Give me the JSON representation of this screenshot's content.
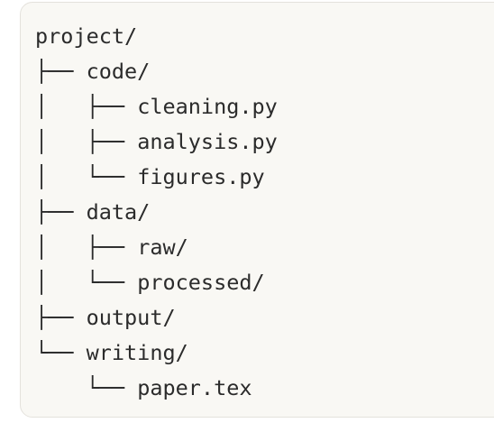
{
  "tree": {
    "lines": [
      {
        "prefix": "",
        "name": "project/"
      },
      {
        "prefix": "├── ",
        "name": "code/"
      },
      {
        "prefix": "│   ├── ",
        "name": "cleaning.py"
      },
      {
        "prefix": "│   ├── ",
        "name": "analysis.py"
      },
      {
        "prefix": "│   └── ",
        "name": "figures.py"
      },
      {
        "prefix": "├── ",
        "name": "data/"
      },
      {
        "prefix": "│   ├── ",
        "name": "raw/"
      },
      {
        "prefix": "│   └── ",
        "name": "processed/"
      },
      {
        "prefix": "├── ",
        "name": "output/"
      },
      {
        "prefix": "└── ",
        "name": "writing/"
      },
      {
        "prefix": "    └── ",
        "name": "paper.tex"
      }
    ]
  }
}
